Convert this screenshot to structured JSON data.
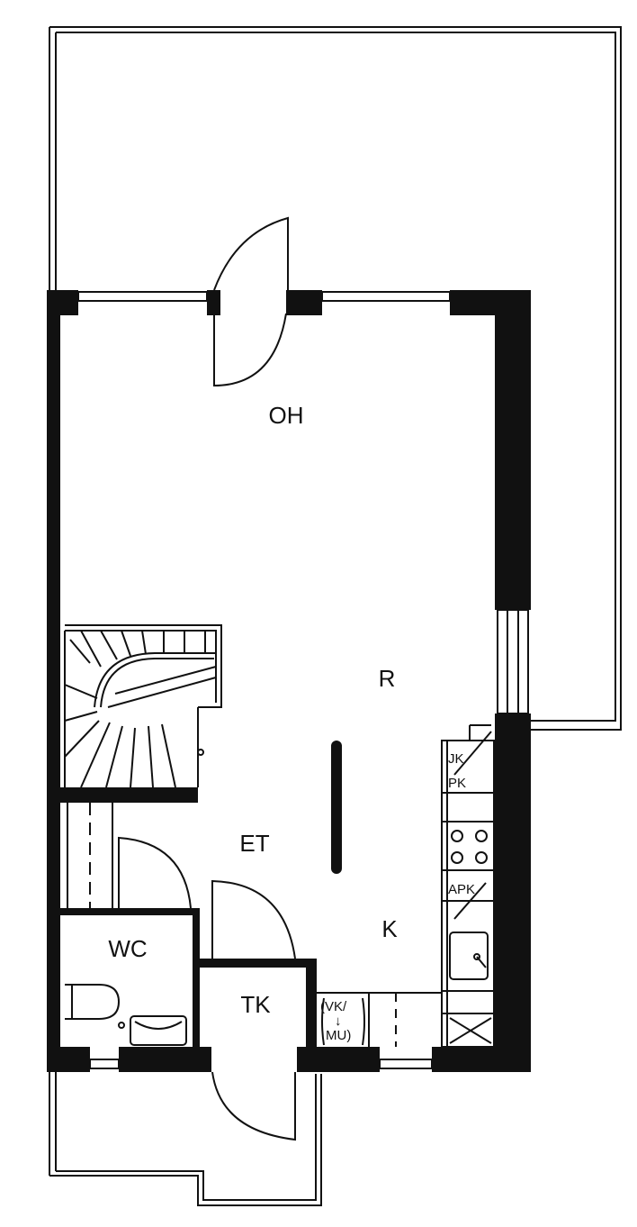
{
  "rooms": {
    "oh": "OH",
    "r": "R",
    "et": "ET",
    "k": "K",
    "wc": "WC",
    "tk": "TK"
  },
  "fixtures": {
    "jk": "JK",
    "pk": "PK",
    "apk": "APK",
    "vk": "(VK/",
    "vk_arrow": "↓",
    "mu": "MU)"
  }
}
